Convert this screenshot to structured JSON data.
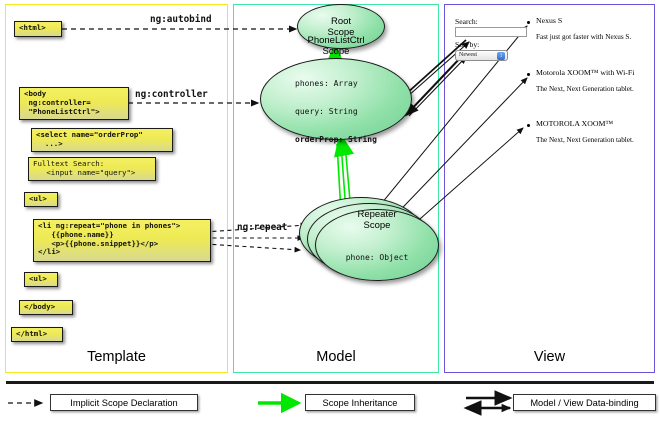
{
  "panels": {
    "template": {
      "title": "Template",
      "border_color": "#f2e81d"
    },
    "model": {
      "title": "Model",
      "border_color": "#3fe6a8"
    },
    "view": {
      "title": "View",
      "border_color": "#6b55dd"
    }
  },
  "template_boxes": {
    "html_open": "<html>",
    "body_open": "<body\n ng:controller=\n \"PhoneListCtrl\">",
    "select": "<select name=\"orderProp\"\n  ...>",
    "fulltext": "Fulltext Search:\n   <input name=\"query\">",
    "ul_open": "<ul>",
    "li_repeat": "<li ng:repeat=\"phone in phones\">\n   {{phone.name}}\n   <p>{{phone.snippet}}</p>\n</li>",
    "ul_close": "<ul>",
    "body_close": "</body>",
    "html_close": "</html>"
  },
  "connectors": {
    "autobind": "ng:autobind",
    "controller": "ng:controller",
    "repeat": "ng:repeat"
  },
  "scopes": {
    "root": {
      "title": "Root\nScope",
      "props": ""
    },
    "phonelistctrl": {
      "title": "PhoneListCtrl\nScope",
      "prop_phones": "phones: Array",
      "prop_query": "query: String",
      "prop_orderprop": "orderProp: String"
    },
    "repeater": {
      "title": "Repeater\nScope",
      "prop_phone": "phone: Object"
    }
  },
  "view": {
    "search_label": "Search:",
    "search_value": "",
    "sort_label": "Sort by:",
    "sort_value": "Newest",
    "phones": [
      {
        "name": "Nexus S",
        "snippet": "Fast just got faster with Nexus S."
      },
      {
        "name": "Motorola XOOM™ with Wi-Fi",
        "snippet": "The Next, Next Generation tablet."
      },
      {
        "name": "MOTOROLA XOOM™",
        "snippet": "The Next, Next Generation tablet."
      }
    ]
  },
  "legend": {
    "implicit": "Implicit Scope Declaration",
    "inheritance": "Scope Inheritance",
    "databinding": "Model / View Data-binding",
    "inheritance_color": "#00e800"
  }
}
